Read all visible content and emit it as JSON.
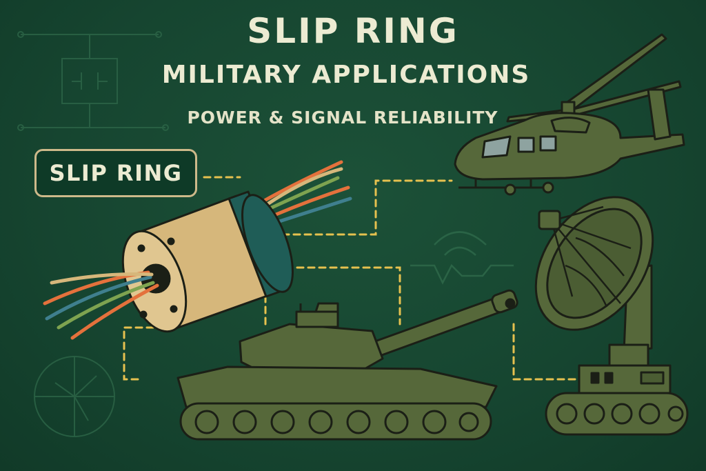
{
  "title": {
    "line1": "SLIP RING",
    "line2": "MILITARY APPLICATIONS",
    "line3": "POWER & SIGNAL RELIABILITY"
  },
  "label": "SLIP RING",
  "colors": {
    "background": "#164530",
    "text": "#ecebd2",
    "dash": "#e6c14f",
    "label_border": "#cdb98a",
    "olive": "#56683a",
    "brass": "#d6b77b",
    "teal_band": "#1f5d57"
  },
  "icons": [
    "slip-ring-icon",
    "helicopter-icon",
    "tank-icon",
    "radar-dish-icon",
    "circuit-icon",
    "wifi-signal-icon",
    "crosshair-icon"
  ]
}
